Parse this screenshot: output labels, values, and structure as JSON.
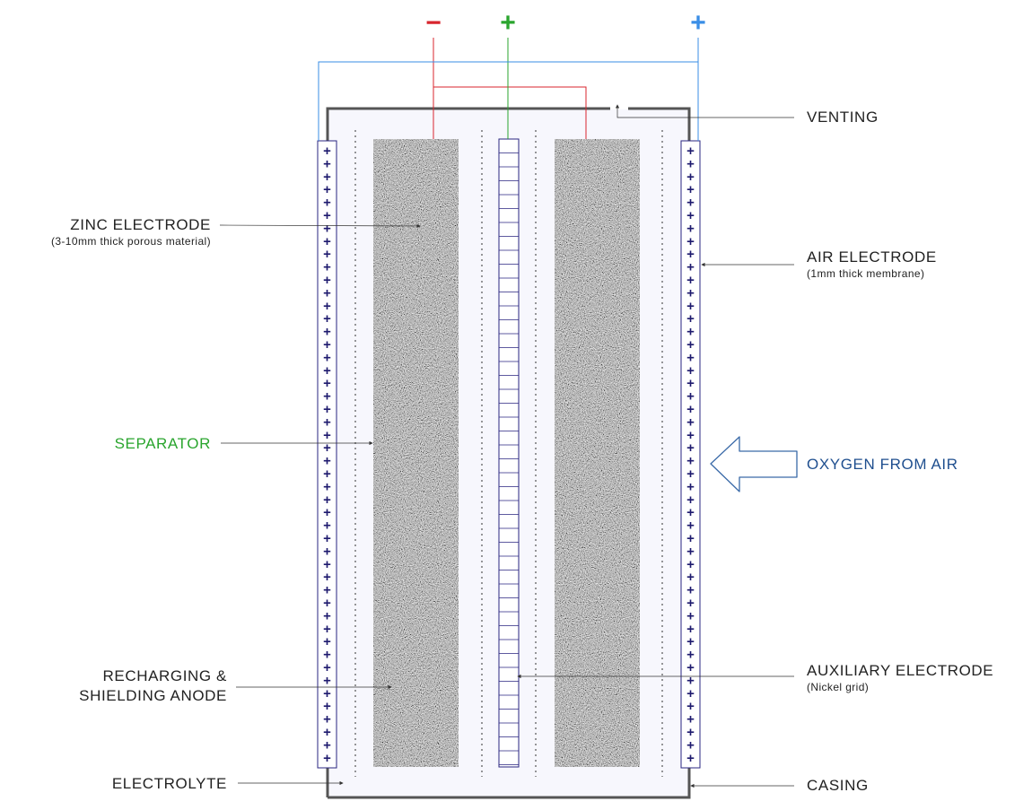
{
  "terminals": {
    "negative": {
      "symbol": "−",
      "color": "#d8262e"
    },
    "positive_aux": {
      "symbol": "+",
      "color": "#2aa52e"
    },
    "positive_air": {
      "symbol": "+",
      "color": "#3a8ee6"
    }
  },
  "labels": {
    "zinc_electrode": "ZINC ELECTRODE",
    "zinc_electrode_sub": "(3-10mm thick porous material)",
    "separator": "SEPARATOR",
    "recharging_line1": "RECHARGING &",
    "recharging_line2": "SHIELDING ANODE",
    "electrolyte": "ELECTROLYTE",
    "venting": "VENTING",
    "air_electrode": "AIR ELECTRODE",
    "air_electrode_sub": "(1mm thick membrane)",
    "oxygen_from_air": "OXYGEN FROM AIR",
    "auxiliary_electrode": "AUXILIARY ELECTRODE",
    "auxiliary_electrode_sub": "(Nickel grid)",
    "casing": "CASING"
  },
  "membrane_mark": "+",
  "colors": {
    "separator_label": "#2aa52e",
    "oxygen_label": "#1f4f8f",
    "membrane_plus": "#1e1a6e",
    "grid_line": "#2a2580",
    "casing": "#555555",
    "electrolyte_fill": "#f7f7fd",
    "porous_fill": "#8a8a8a",
    "arrow_stroke": "#3a6aa8"
  }
}
